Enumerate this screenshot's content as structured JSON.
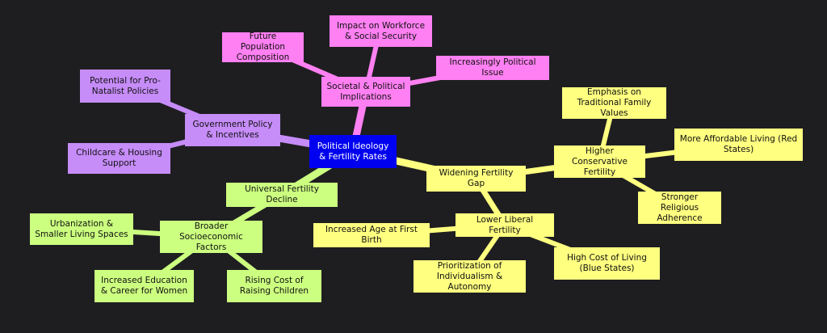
{
  "colors": {
    "background": "#1e1e21",
    "root": "#0000f0",
    "societal": "#ff80f2",
    "policy": "#c68cf8",
    "decline": "#ccff80",
    "gap": "#ffff80"
  },
  "root": "Political Ideology & Fertility Rates",
  "societal": {
    "label": "Societal & Political Implications",
    "children": [
      "Impact on Workforce & Social Security",
      "Future Population Composition",
      "Increasingly Political Issue"
    ]
  },
  "policy": {
    "label": "Government Policy & Incentives",
    "children": [
      "Potential for Pro-Natalist Policies",
      "Childcare & Housing Support"
    ]
  },
  "decline": {
    "label": "Universal Fertility Decline",
    "factors": {
      "label": "Broader Socioeconomic Factors",
      "children": [
        "Urbanization & Smaller Living Spaces",
        "Increased Education & Career for Women",
        "Rising Cost of Raising Children"
      ]
    }
  },
  "gap": {
    "label": "Widening Fertility Gap",
    "conservative": {
      "label": "Higher Conservative Fertility",
      "children": [
        "Emphasis on Traditional Family Values",
        "More Affordable Living (Red States)",
        "Stronger Religious Adherence"
      ]
    },
    "liberal": {
      "label": "Lower Liberal Fertility",
      "children": [
        "Increased Age at First Birth",
        "High Cost of Living (Blue States)",
        "Prioritization of Individualism & Autonomy"
      ]
    }
  }
}
